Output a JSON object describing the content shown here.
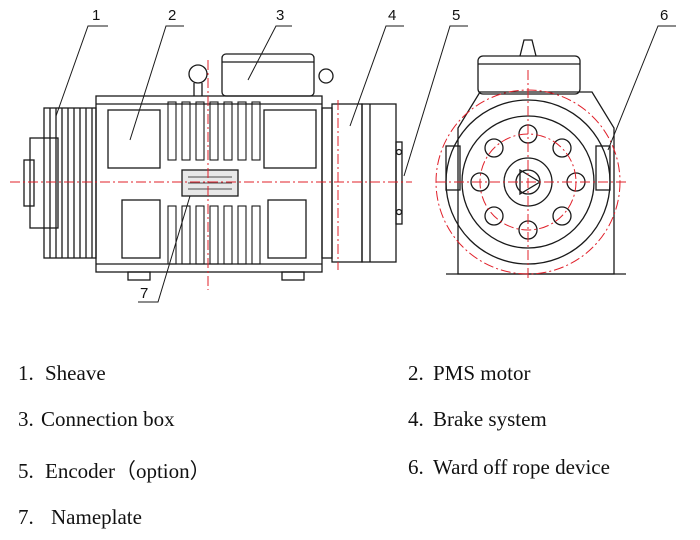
{
  "callouts": [
    "1",
    "2",
    "3",
    "4",
    "5",
    "6",
    "7"
  ],
  "legend": [
    {
      "number": "1.",
      "label": "Sheave"
    },
    {
      "number": "2.",
      "label": "PMS motor"
    },
    {
      "number": "3.",
      "label": "Connection box"
    },
    {
      "number": "4.",
      "label": "Brake system"
    },
    {
      "number": "5.",
      "label": "Encoder（option）"
    },
    {
      "number": "6.",
      "label": "Ward off rope device"
    },
    {
      "number": "7.",
      "label": "Nameplate"
    }
  ],
  "colors": {
    "line": "#1a1a1a",
    "centerline": "#e0202a"
  }
}
